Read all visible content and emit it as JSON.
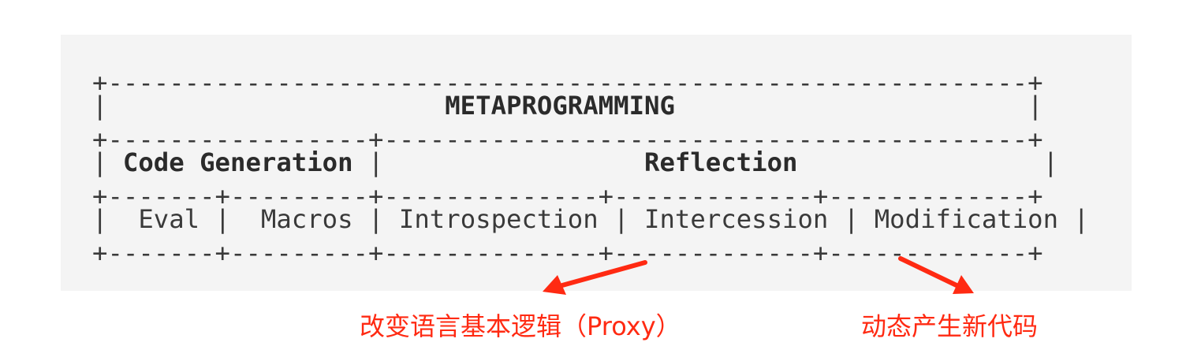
{
  "diagram": {
    "title": "METAPROGRAMMING",
    "categories": [
      {
        "label": "Code Generation"
      },
      {
        "label": "Reflection"
      }
    ],
    "techniques": [
      {
        "label": "Eval"
      },
      {
        "label": "Macros"
      },
      {
        "label": "Introspection"
      },
      {
        "label": "Intercession"
      },
      {
        "label": "Modification"
      }
    ]
  },
  "annotations": {
    "proxy_note": "改变语言基本逻辑（Proxy）",
    "modification_note": "动态产生新代码"
  },
  "colors": {
    "panel_background": "#f4f4f4",
    "ascii_text": "#3a3a3a",
    "annotation_red": "#ff2a12"
  }
}
